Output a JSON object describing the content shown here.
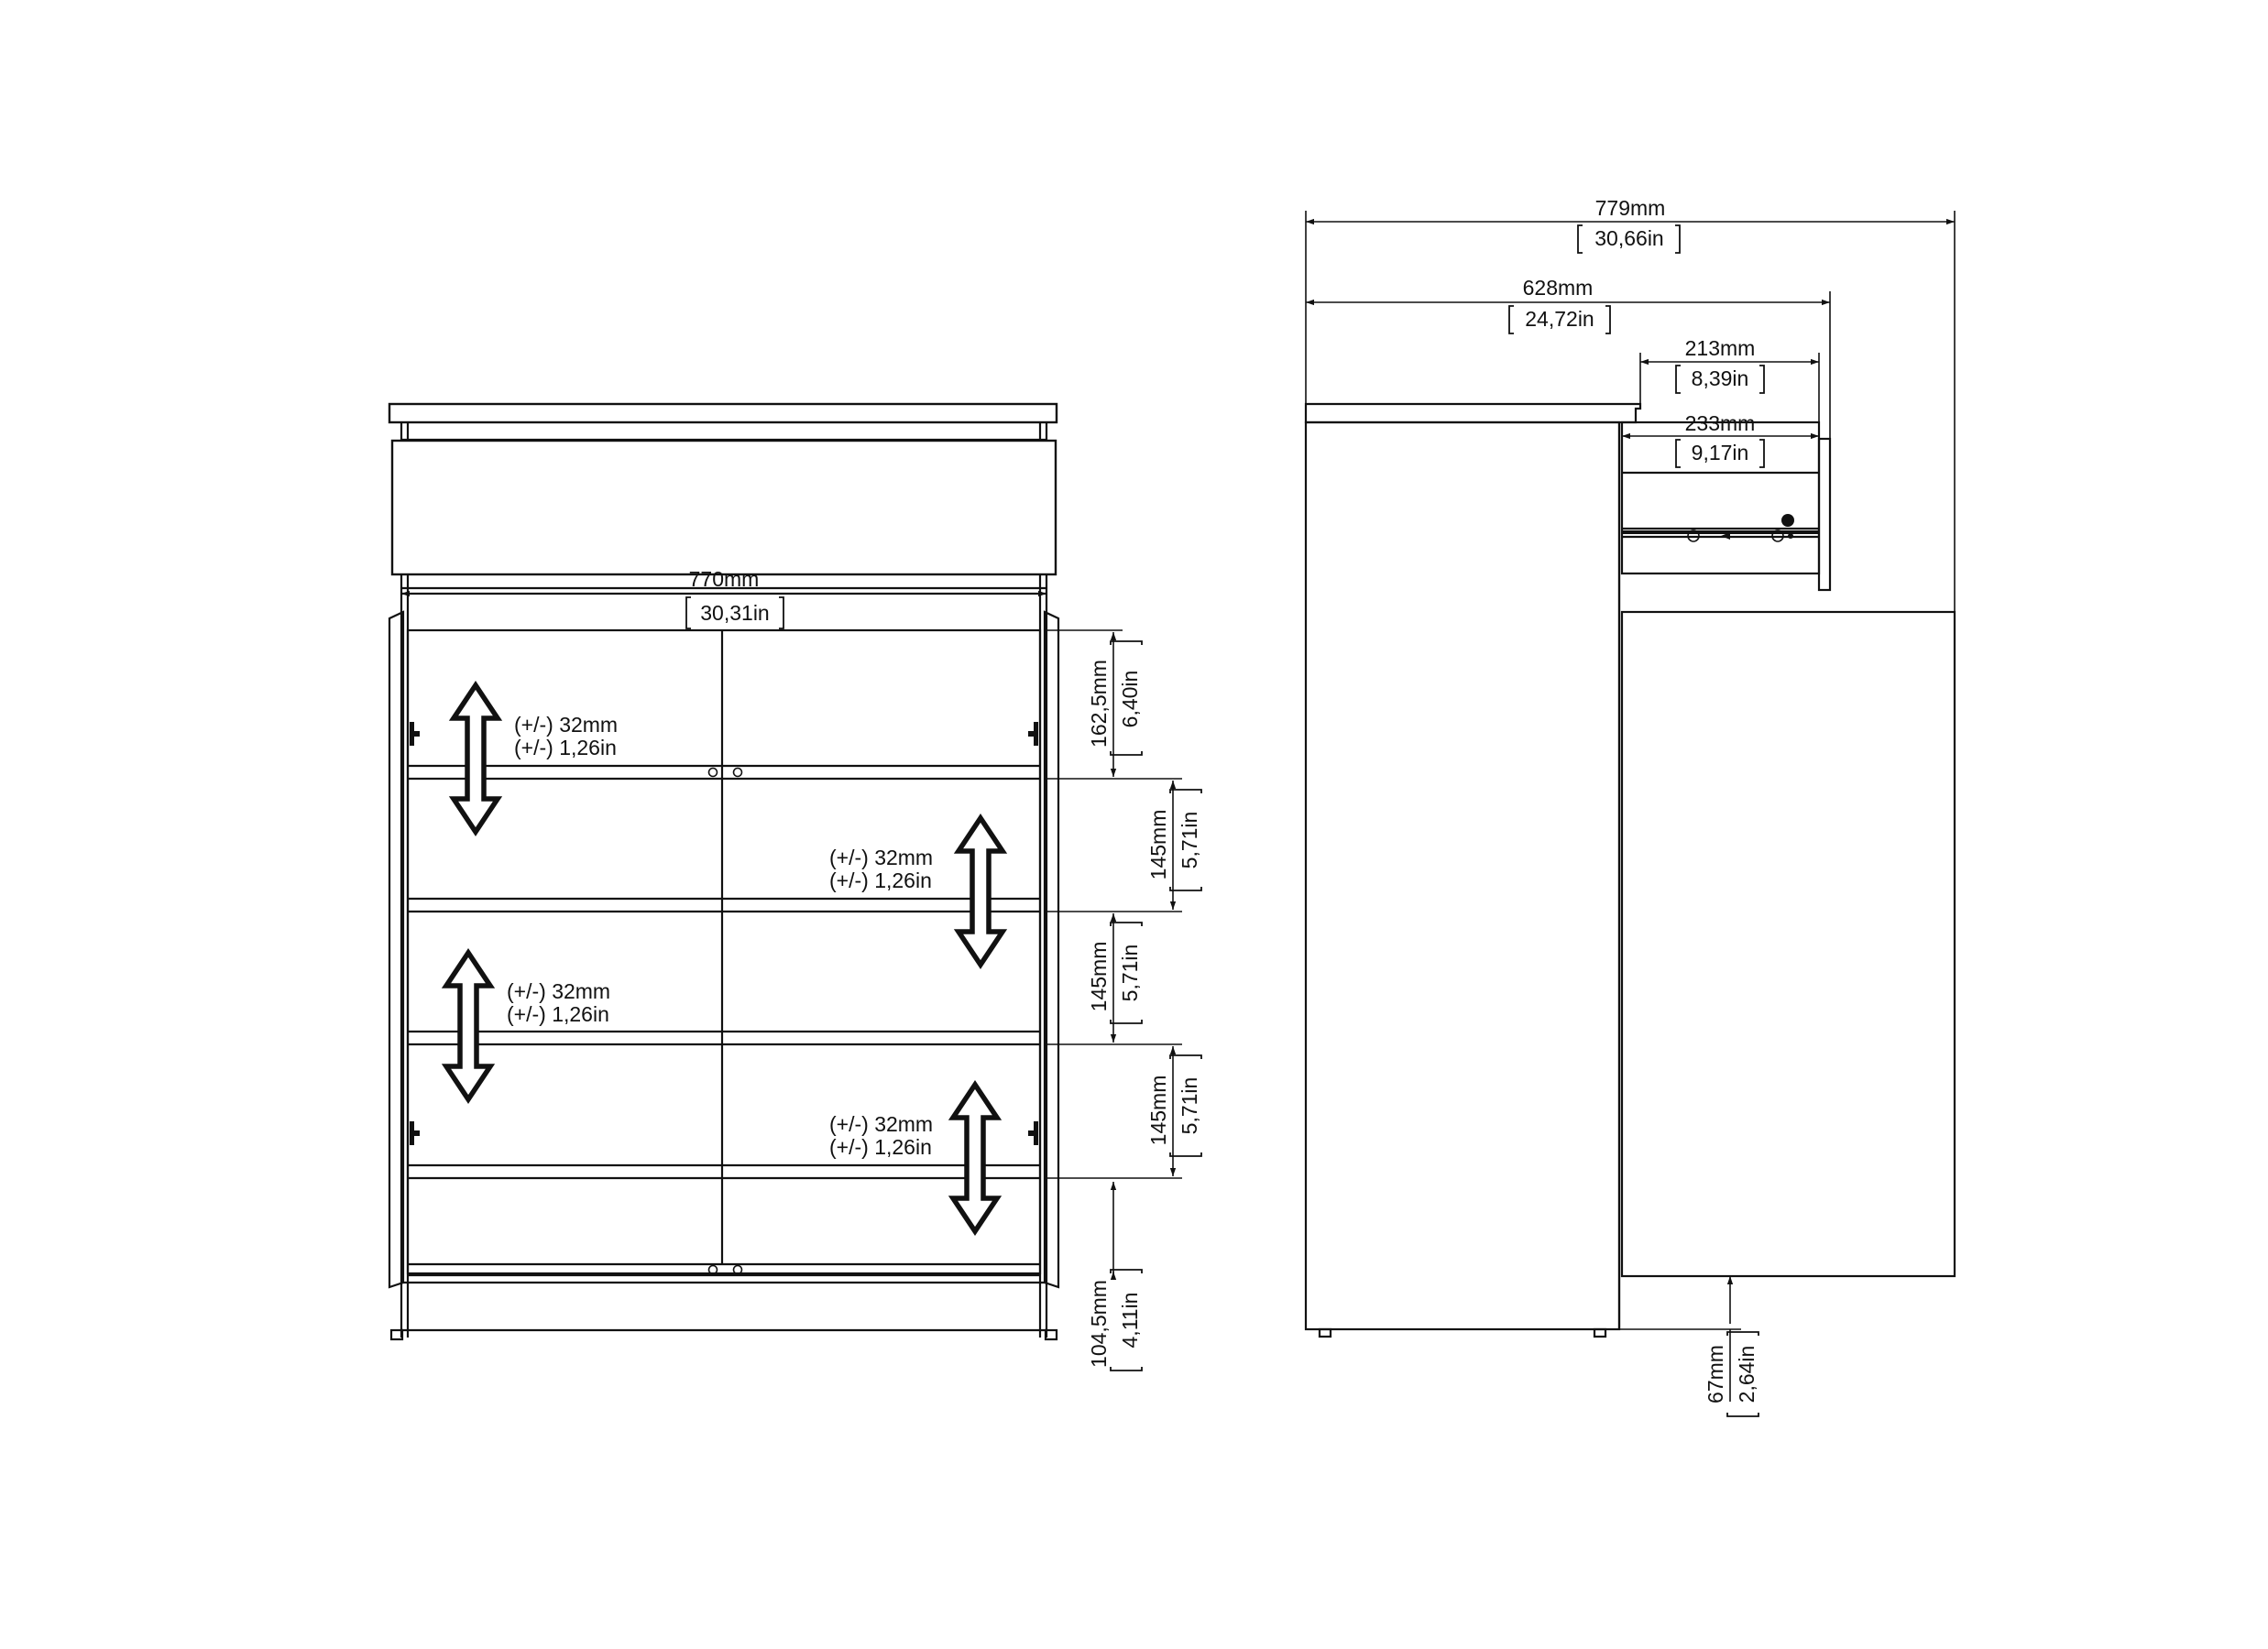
{
  "front_view": {
    "width_label": {
      "mm": "770mm",
      "in": "30,31in"
    },
    "vertical_dims": [
      {
        "mm": "162,5mm",
        "in": "6,40in"
      },
      {
        "mm": "145mm",
        "in": "5,71in"
      },
      {
        "mm": "145mm",
        "in": "5,71in"
      },
      {
        "mm": "145mm",
        "in": "5,71in"
      },
      {
        "mm": "104,5mm",
        "in": "4,11in"
      }
    ],
    "shelf_adjust_labels": [
      {
        "mm": "(+/-) 32mm",
        "in": "(+/-) 1,26in"
      },
      {
        "mm": "(+/-) 32mm",
        "in": "(+/-) 1,26in"
      },
      {
        "mm": "(+/-) 32mm",
        "in": "(+/-) 1,26in"
      },
      {
        "mm": "(+/-) 32mm",
        "in": "(+/-) 1,26in"
      }
    ]
  },
  "side_view": {
    "total_depth": {
      "mm": "779mm",
      "in": "30,66in"
    },
    "body_depth": {
      "mm": "628mm",
      "in": "24,72in"
    },
    "drawer_extension_top": {
      "mm": "213mm",
      "in": "8,39in"
    },
    "drawer_extension_runner": {
      "mm": "233mm",
      "in": "9,17in"
    },
    "door_height_offset": {
      "mm": "67mm",
      "in": "2,64in"
    }
  }
}
